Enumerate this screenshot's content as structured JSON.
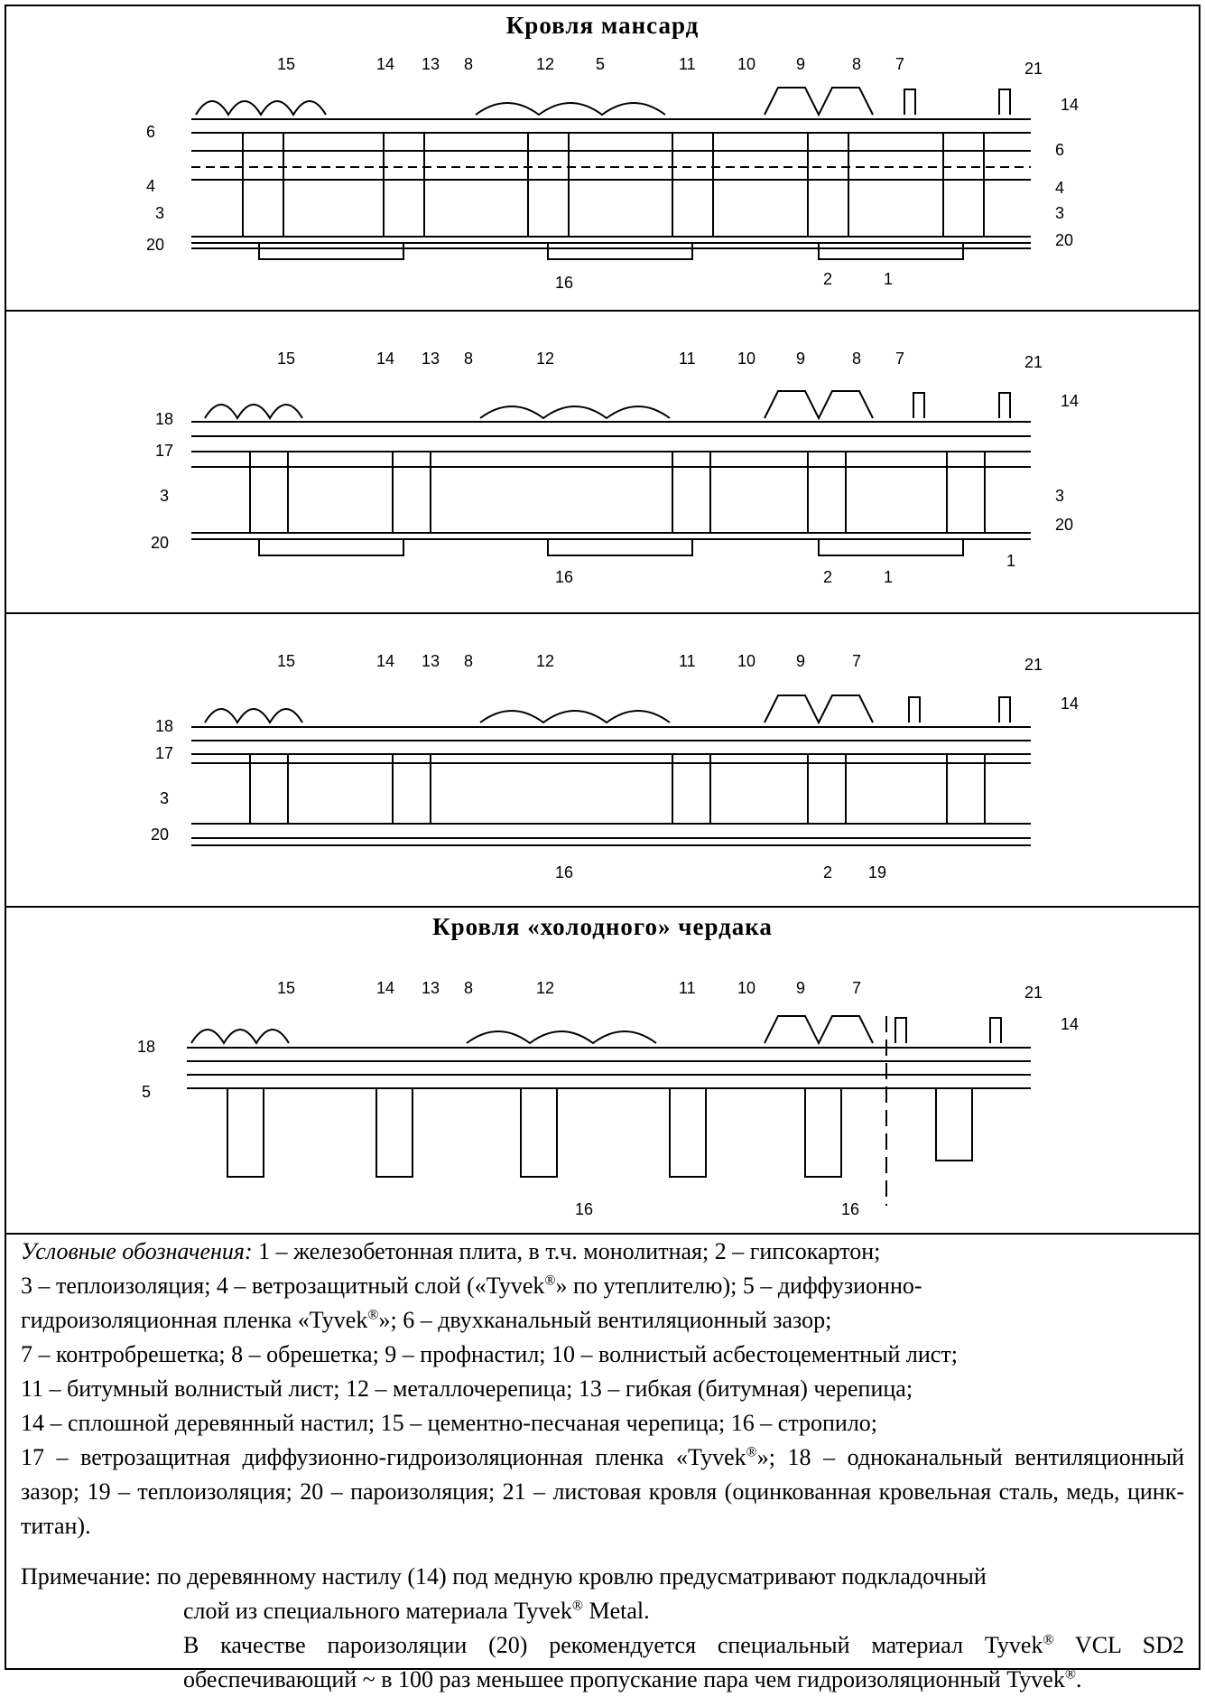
{
  "panels": [
    {
      "title": "Кровля  мансард"
    },
    {
      "title": ""
    },
    {
      "title": ""
    },
    {
      "title": "Кровля  «холодного»  чердака"
    }
  ],
  "callouts": {
    "panel1": [
      "15",
      "14",
      "13",
      "8",
      "12",
      "5",
      "11",
      "10",
      "9",
      "8",
      "7",
      "21",
      "14",
      "6",
      "6",
      "4",
      "4",
      "3",
      "3",
      "20",
      "20",
      "16",
      "2",
      "1"
    ],
    "panel2": [
      "15",
      "14",
      "13",
      "8",
      "12",
      "11",
      "10",
      "9",
      "8",
      "7",
      "21",
      "14",
      "18",
      "17",
      "3",
      "3",
      "20",
      "20",
      "16",
      "2",
      "1",
      "1"
    ],
    "panel3": [
      "15",
      "14",
      "13",
      "8",
      "12",
      "11",
      "10",
      "9",
      "7",
      "21",
      "14",
      "18",
      "17",
      "3",
      "20",
      "16",
      "2",
      "19"
    ],
    "panel4": [
      "15",
      "14",
      "13",
      "8",
      "12",
      "11",
      "10",
      "9",
      "7",
      "21",
      "14",
      "18",
      "5",
      "16",
      "16"
    ]
  },
  "legend": {
    "lead": "Условные обозначения:",
    "line1": " 1 – железобетонная плита, в т.ч. монолитная; 2 – гипсокартон;",
    "line2a": "3 – теплоизоляция; 4 – ветрозащитный слой («Tyvek",
    "line2b": "» по утеплителю); 5 – диффузионно-",
    "line3a": "гидроизоляционная пленка «Tyvek",
    "line3b": "»; 6 – двухканальный вентиляционный зазор;",
    "line4": "7 – контробрешетка; 8 – обрешетка; 9 – профнастил; 10 – волнистый асбестоцементный лист;",
    "line5": "11 – битумный волнистый лист; 12 – металлочерепица; 13 – гибкая (битумная) черепица;",
    "line6": "14 – сплошной деревянный настил; 15 – цементно-песчаная черепица; 16 – стропило;",
    "line7a": "17 – ветрозащитная диффузионно-гидроизоляционная пленка «Tyvek",
    "line7b": "»; 18 – одноканальный вентиляционный зазор; 19 – теплоизоляция; 20 – пароизоляция; 21 – листовая кровля (оцинкованная кровельная сталь, медь, цинк-титан).",
    "reg": "®"
  },
  "note": {
    "label": "Примечание:",
    "p1a": " по деревянному настилу (14) под медную кровлю предусматривают подкладочный",
    "p1b": "слой из специального материала Tyvek",
    "p1c": " Metal.",
    "p2a": "В качестве пароизоляции (20) рекомендуется специальный материал Tyvek",
    "p2b": " VCL SD2 обеспечивающий ~ в 100 раз меньшее пропускание пара чем гидроизоляционный Tyvek",
    "p2c": "."
  }
}
